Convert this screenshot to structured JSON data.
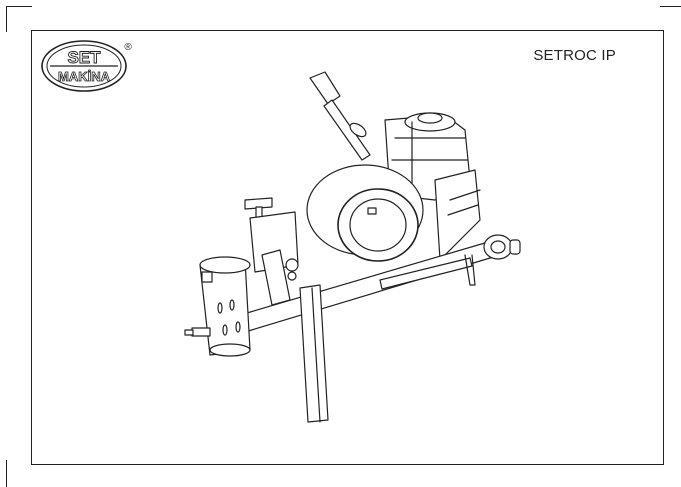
{
  "brand": {
    "line1": "SET",
    "line2": "MAKİNA",
    "registered_mark": "®"
  },
  "model_title": "SETROC IP",
  "colors": {
    "ink": "#222222",
    "background": "#ffffff"
  }
}
